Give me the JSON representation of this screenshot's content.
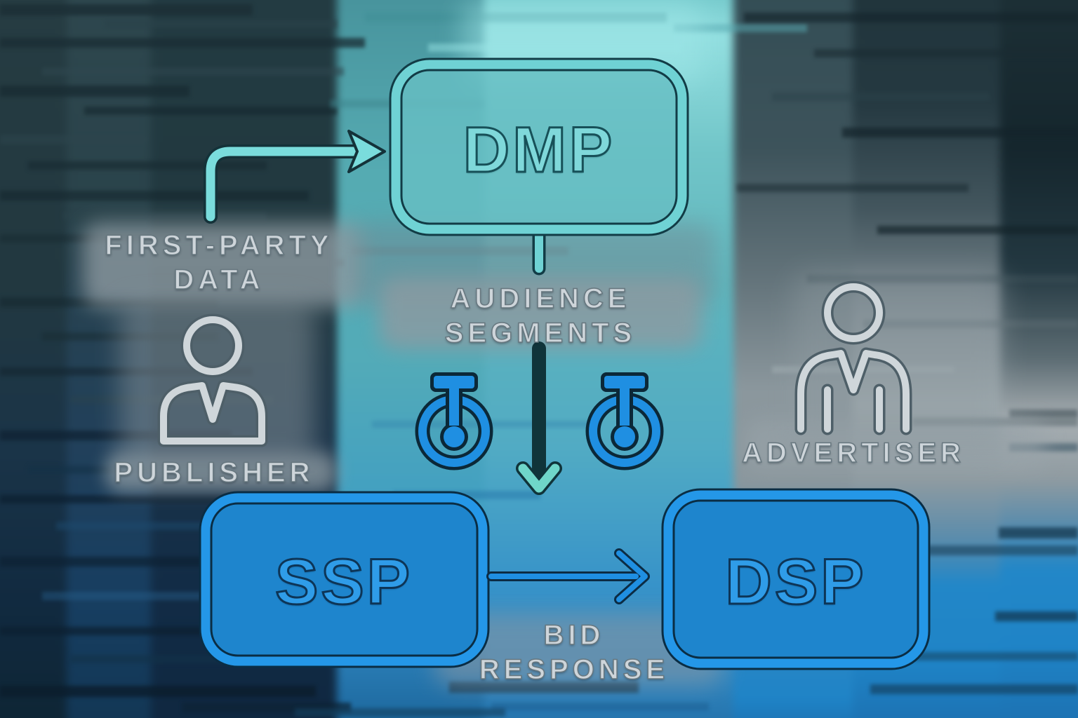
{
  "palette": {
    "teal": "#7adcdc",
    "teal_box_border": "#6fd2d4",
    "teal_box_fill": "#66bec3",
    "teal_text": "#7fd8da",
    "blue": "#1f8fe2",
    "blue_box_border": "#2497e8",
    "blue_box_fill": "#1e85cd",
    "blue_text": "#2f9ce8",
    "gray_icon": "#cfd6da",
    "gray_label": "#ced5da"
  },
  "nodes": {
    "dmp": {
      "label": "DMP"
    },
    "ssp": {
      "label": "SSP"
    },
    "dsp": {
      "label": "DSP"
    }
  },
  "edges": {
    "first_party_data": {
      "lines": [
        "FIRST-PARTY",
        "DATA"
      ]
    },
    "audience_segments": {
      "lines": [
        "AUDIENCE",
        "SEGMENTS"
      ]
    },
    "bid_response": {
      "lines": [
        "BID",
        "RESPONSE"
      ]
    }
  },
  "actors": {
    "publisher": {
      "label": "PUBLISHER"
    },
    "advertiser": {
      "label": "ADVERTISER"
    }
  }
}
